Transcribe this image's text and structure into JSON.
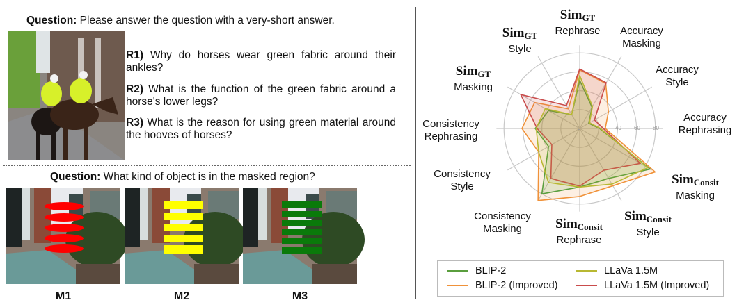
{
  "left": {
    "question1_label": "Question:",
    "question1_text": "Please answer the question with a very-short answer.",
    "rephrasings": [
      {
        "tag": "R1)",
        "text": "Why do horses wear green fabric around their ankles?"
      },
      {
        "tag": "R2)",
        "text": "What is the function of the green fabric around a horse's lower legs?"
      },
      {
        "tag": "R3)",
        "text": "What is the reason for using green material around the hooves of horses?"
      }
    ],
    "question2_label": "Question:",
    "question2_text": "What kind of object is in the masked region?",
    "masks": [
      {
        "label": "M1",
        "color": "#ff0000"
      },
      {
        "label": "M2",
        "color": "#ffff00"
      },
      {
        "label": "M3",
        "color": "#0a7a0a"
      }
    ]
  },
  "chart_data": {
    "type": "radar",
    "axes": [
      {
        "title": "Sim",
        "sub": "GT",
        "subtitle": "Rephrase"
      },
      {
        "title": "Accuracy",
        "sub": "",
        "subtitle": "Masking"
      },
      {
        "title": "Accuracy",
        "sub": "",
        "subtitle": "Style"
      },
      {
        "title": "Accuracy",
        "sub": "",
        "subtitle": "Rephrasing"
      },
      {
        "title": "Sim",
        "sub": "Consit",
        "subtitle": "Masking"
      },
      {
        "title": "Sim",
        "sub": "Consit",
        "subtitle": "Style"
      },
      {
        "title": "Sim",
        "sub": "Consit",
        "subtitle": "Rephrase"
      },
      {
        "title": "Consistency",
        "sub": "",
        "subtitle": "Masking"
      },
      {
        "title": "Consistency",
        "sub": "",
        "subtitle": "Style"
      },
      {
        "title": "Consistency",
        "sub": "",
        "subtitle": "Rephrasing"
      },
      {
        "title": "Sim",
        "sub": "GT",
        "subtitle": "Masking"
      },
      {
        "title": "Sim",
        "sub": "GT",
        "subtitle": "Style"
      }
    ],
    "radial_ticks": [
      "0",
      "40",
      "60",
      "80"
    ],
    "rings": [
      20,
      40,
      60,
      80
    ],
    "rmax": 80,
    "series": [
      {
        "name": "BLIP-2",
        "color": "#5a9e3e",
        "values": [
          51,
          26,
          11,
          21,
          86,
          61,
          62,
          80,
          38,
          47,
          38,
          17
        ]
      },
      {
        "name": "BLIP-2 (Improved)",
        "color": "#f0923a",
        "values": [
          62,
          55,
          35,
          27,
          92,
          70,
          72,
          88,
          50,
          61,
          55,
          24
        ]
      },
      {
        "name": "LLaVa 1.5M",
        "color": "#b8b832",
        "values": [
          56,
          27,
          12,
          22,
          83,
          68,
          62,
          66,
          50,
          46,
          42,
          17
        ]
      },
      {
        "name": "LLaVa 1.5M (Improved)",
        "color": "#c94c4c",
        "values": [
          63,
          56,
          18,
          25,
          74,
          51,
          61,
          61,
          34,
          45,
          72,
          28
        ]
      }
    ],
    "legend_position": "bottom"
  }
}
